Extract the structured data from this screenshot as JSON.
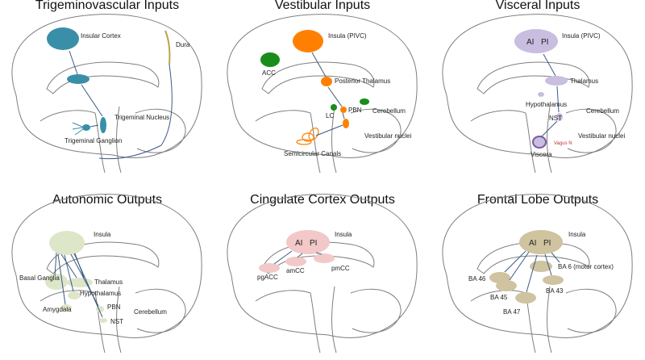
{
  "colors": {
    "outline": "#7f7f7f",
    "teal": "#3a8fa8",
    "orange": "#ff8000",
    "green": "#1a8c1a",
    "lavender": "#c9bde0",
    "lavender_dark": "#7a5aa0",
    "pale_green": "#dde6c8",
    "pink": "#f2c8c8",
    "khaki": "#cfc3a0",
    "arrow": "#3b5b84",
    "dura": "#b8a64a",
    "vagus": "#c03030"
  },
  "panels": [
    {
      "title": "Trigeminovascular Inputs",
      "labels": {
        "insular_cortex": "Insular Cortex",
        "dura": "Dura",
        "trigeminal_nucleus": "Trigeminal Nucleus",
        "trigeminal_ganglion": "Trigeminal Ganglion"
      }
    },
    {
      "title": "Vestibular Inputs",
      "labels": {
        "insula": "Insula (PIVC)",
        "acc": "ACC",
        "posterior_thalamus": "Posterior Thalamus",
        "pbn": "PBN",
        "lc": "LC",
        "cerebellum": "Cerebellum",
        "vestibular_nuclei": "Vestibular nuclei",
        "semicircular_canals": "Semicircular Canals"
      }
    },
    {
      "title": "Visceral Inputs",
      "labels": {
        "ai": "AI",
        "pi": "PI",
        "insula": "Insula (PIVC)",
        "thalamus": "Thalamus",
        "hypothalamus": "Hypothalamus",
        "cerebellum": "Cerebellum",
        "nst": "NST",
        "vestibular_nuclei": "Vestibular nuclei",
        "vagus_n": "Vagus N",
        "viscera": "Viscera"
      }
    },
    {
      "title": "Autonomic Outputs",
      "labels": {
        "insula": "Insula",
        "basal_ganglia": "Basal Ganglia",
        "thalamus": "Thalamus",
        "hypothalamus": "Hypothalamus",
        "amygdala": "Amygdala",
        "pbn": "PBN",
        "nst": "NST",
        "cerebellum": "Cerebellum"
      }
    },
    {
      "title": "Cingulate Cortex Outputs",
      "labels": {
        "ai": "AI",
        "pi": "PI",
        "insula": "Insula",
        "pgacc": "pgACC",
        "amcc": "amCC",
        "pmcc": "pmCC"
      }
    },
    {
      "title": "Frontal Lobe Outputs",
      "labels": {
        "ai": "AI",
        "pi": "PI",
        "insula": "Insula",
        "ba6": "BA 6 (motor cortex)",
        "ba46": "BA 46",
        "ba45": "BA 45",
        "ba43": "BA 43",
        "ba47": "BA 47"
      }
    }
  ]
}
